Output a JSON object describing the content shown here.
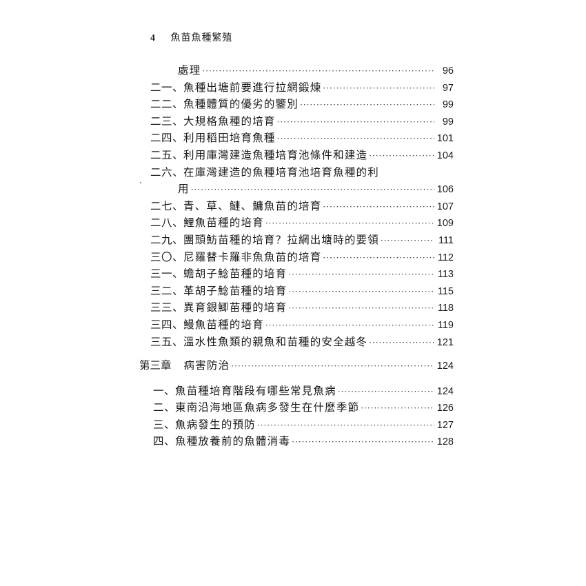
{
  "header": {
    "page_number": "4",
    "book_title": "魚苗魚種繁殖"
  },
  "toc": {
    "entries": [
      {
        "num": "",
        "title": "處理",
        "page": "96",
        "continuation": true
      },
      {
        "num": "二一、",
        "title": "魚種出塘前要進行拉網鍛煉",
        "page": "97"
      },
      {
        "num": "二二、",
        "title": "魚種體質的優劣的鑒別",
        "page": "99"
      },
      {
        "num": "二三、",
        "title": "大規格魚種的培育",
        "page": "99"
      },
      {
        "num": "二四、",
        "title": "利用稻田培育魚種",
        "page": "101"
      },
      {
        "num": "二五、",
        "title": "利用庫灣建造魚種培育池條件和建造",
        "page": "104"
      },
      {
        "num": "二六、",
        "title": "在庫灣建造的魚種培育池培育魚種的利",
        "page": ""
      },
      {
        "num": "",
        "title": "用",
        "page": "106",
        "continuation": true
      },
      {
        "num": "二七、",
        "title": "青、草、鰱、鱅魚苗的培育",
        "page": "107"
      },
      {
        "num": "二八、",
        "title": "鯉魚苗種的培育",
        "page": "109"
      },
      {
        "num": "二九、",
        "title": "團頭魴苗種的培育？拉網出塘時的要領",
        "page": "111"
      },
      {
        "num": "三〇、",
        "title": "尼羅替卡羅非魚魚苗的培育",
        "page": "112"
      },
      {
        "num": "三一、",
        "title": "蟾胡子鯰苗種的培育",
        "page": "113"
      },
      {
        "num": "三二、",
        "title": "革胡子鯰苗種的培育",
        "page": "115"
      },
      {
        "num": "三三、",
        "title": "異育銀鯽苗種的培育",
        "page": "118"
      },
      {
        "num": "三四、",
        "title": "鰻魚苗種的培育",
        "page": "119"
      },
      {
        "num": "三五、",
        "title": "溫水性魚類的親魚和苗種的安全越冬",
        "page": "121"
      }
    ],
    "chapter": {
      "num": "第三章",
      "title": "病害防治",
      "page": "124"
    },
    "chapter_entries": [
      {
        "num": "一、",
        "title": "魚苗種培育階段有哪些常見魚病",
        "page": "124"
      },
      {
        "num": "二、",
        "title": "東南沿海地區魚病多發生在什麼季節",
        "page": "126"
      },
      {
        "num": "三、",
        "title": "魚病發生的預防",
        "page": "127"
      },
      {
        "num": "四、",
        "title": "魚種放養前的魚體消毒",
        "page": "128"
      }
    ]
  }
}
